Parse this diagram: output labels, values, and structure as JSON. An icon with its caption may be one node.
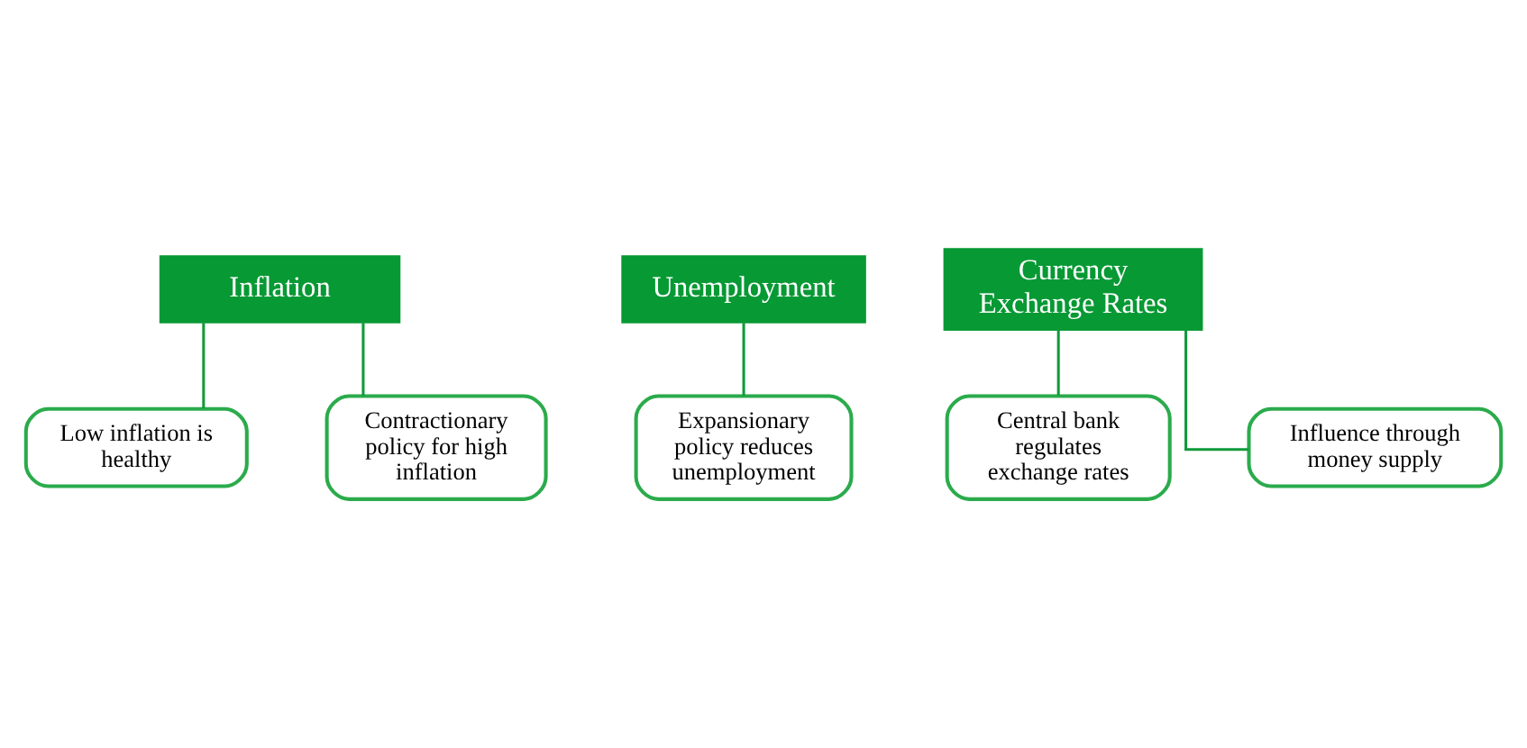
{
  "diagram": {
    "nodes": [
      {
        "text": [
          "Inflation"
        ]
      },
      {
        "text": [
          "Unemployment"
        ]
      },
      {
        "text": [
          "Currency Exchange Rates"
        ]
      },
      {
        "text": [
          "Low inflation is healthy"
        ]
      },
      {
        "text": [
          "Contractionary policy for high inflation"
        ]
      },
      {
        "text": [
          "Expansionary policy reduces unemployment"
        ]
      },
      {
        "text": [
          "Central bank regulates exchange rates"
        ]
      },
      {
        "text": [
          "Influence through money supply"
        ]
      }
    ],
    "edges": [
      {
        "from": 0,
        "to": 3,
        "arrow": "none"
      },
      {
        "from": 0,
        "to": 4,
        "arrow": "none"
      },
      {
        "from": 1,
        "to": 5,
        "arrow": "none"
      },
      {
        "from": 2,
        "to": 6,
        "arrow": "none"
      },
      {
        "from": 2,
        "to": 7,
        "arrow": "none"
      }
    ]
  }
}
